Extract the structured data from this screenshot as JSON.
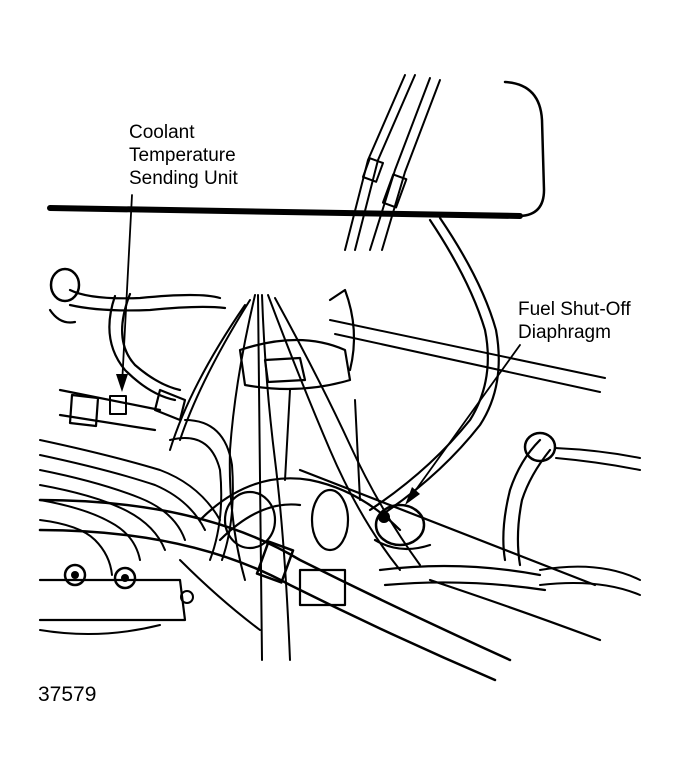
{
  "callouts": {
    "coolant_sensor": [
      "Coolant",
      "Temperature",
      "Sending Unit"
    ],
    "fuel_diaphragm": [
      "Fuel Shut-Off",
      "Diaphragm"
    ]
  },
  "figure_number": "37579",
  "colors": {
    "ink": "#000000",
    "paper": "#ffffff"
  }
}
